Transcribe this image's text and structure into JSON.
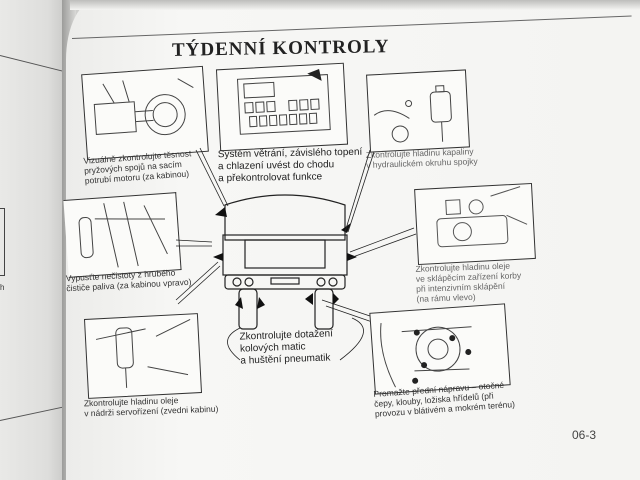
{
  "page": {
    "title": "TÝDENNÍ KONTROLY",
    "page_number": "06-3",
    "left_page_fragment": "h"
  },
  "callouts": {
    "intake_seal": {
      "icon": "engine-intake-illustration",
      "text": "Vizuálně zkontrolujte těsnost\npryžových spojů na sacím\npotrubí motoru (za kabinou)"
    },
    "ventilation": {
      "icon": "dashboard-switch-panel-illustration",
      "text": "Systém větrání, závislého topení\na chlazení uvést do chodu\na překontrolovat funkce"
    },
    "clutch_fluid": {
      "icon": "clutch-fluid-reservoir-illustration",
      "text": "Zkontrolujte hladinu kapaliny\nv hydraulickém okruhu spojky"
    },
    "fuel_filter": {
      "icon": "fuel-filter-illustration",
      "text": "Vypusťte nečistoty z hrubého\nčističe paliva (za kabinou vpravo)"
    },
    "tipper_oil": {
      "icon": "tipper-hydraulic-illustration",
      "text": "Zkontrolujte hladinu oleje\nve sklápěcím zařízení korby\npři intenzivním sklápění\n(na rámu vlevo)"
    },
    "wheel_nuts": {
      "text": "Zkontrolujte dotažení\nkolových matic\na huštění pneumatik"
    },
    "front_axle": {
      "icon": "front-axle-grease-points-illustration",
      "text": "Promažte přední nápravu – otočné\nčepy, klouby, ložiska hřídelů (při\nprovozu v blátivém a mokrém terénu)"
    },
    "steering_oil": {
      "icon": "power-steering-tank-illustration",
      "text": "Zkontrolujte hladinu oleje\nv nádrži servořízení (zvedni kabinu)"
    }
  }
}
